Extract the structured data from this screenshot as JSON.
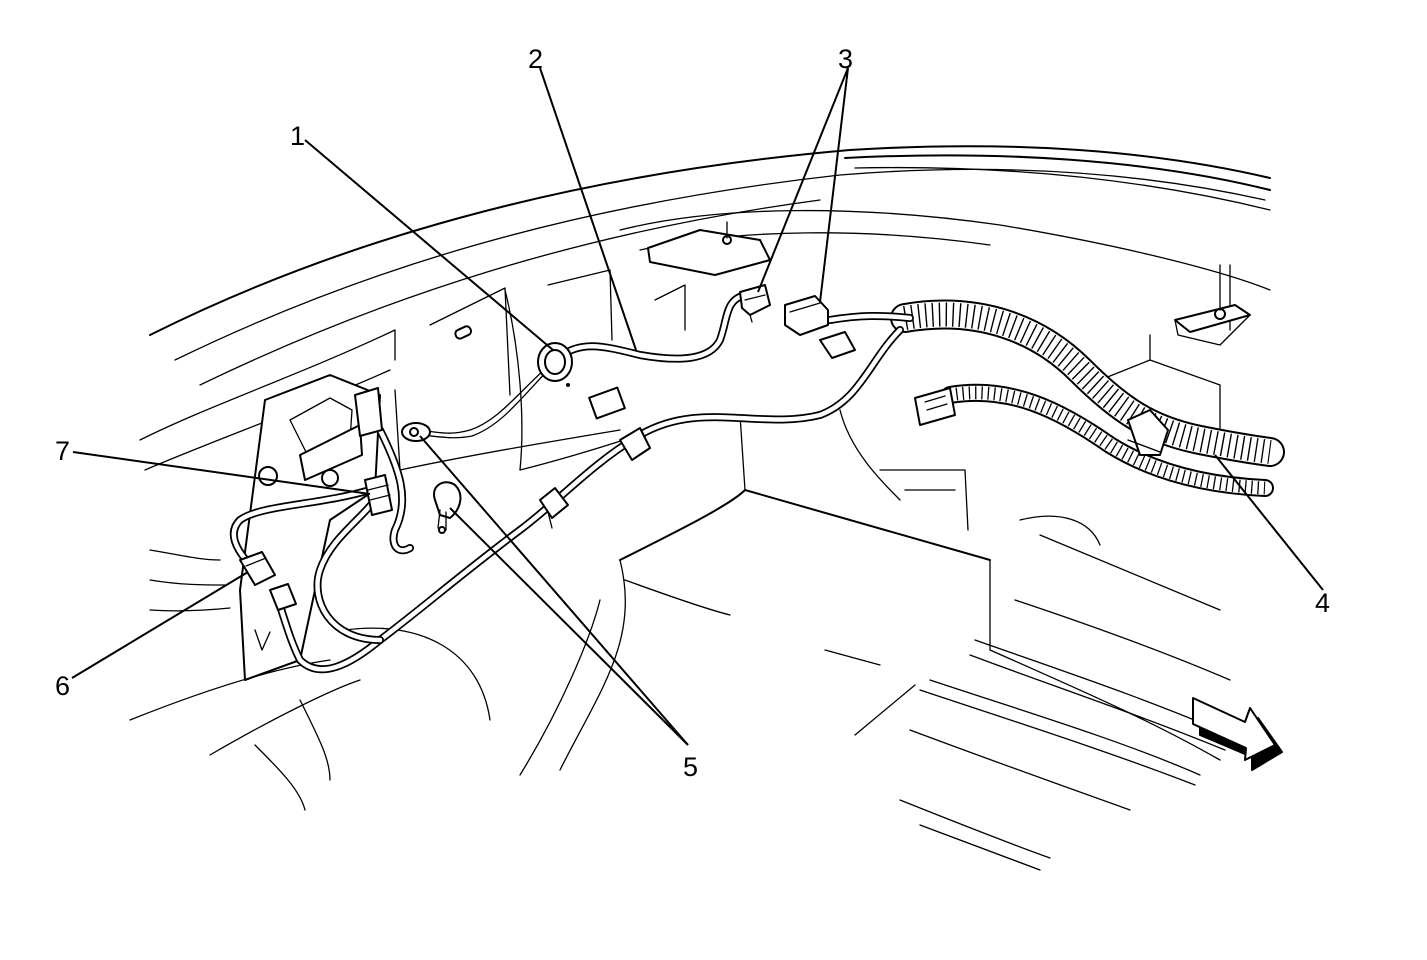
{
  "callouts": [
    {
      "id": "1",
      "label": "1"
    },
    {
      "id": "2",
      "label": "2"
    },
    {
      "id": "3",
      "label": "3"
    },
    {
      "id": "4",
      "label": "4"
    },
    {
      "id": "5",
      "label": "5"
    },
    {
      "id": "6",
      "label": "6"
    },
    {
      "id": "7",
      "label": "7"
    }
  ],
  "icons": {
    "direction_arrow": "forward-direction-arrow-icon"
  },
  "colors": {
    "line": "#000000",
    "background": "#ffffff"
  }
}
